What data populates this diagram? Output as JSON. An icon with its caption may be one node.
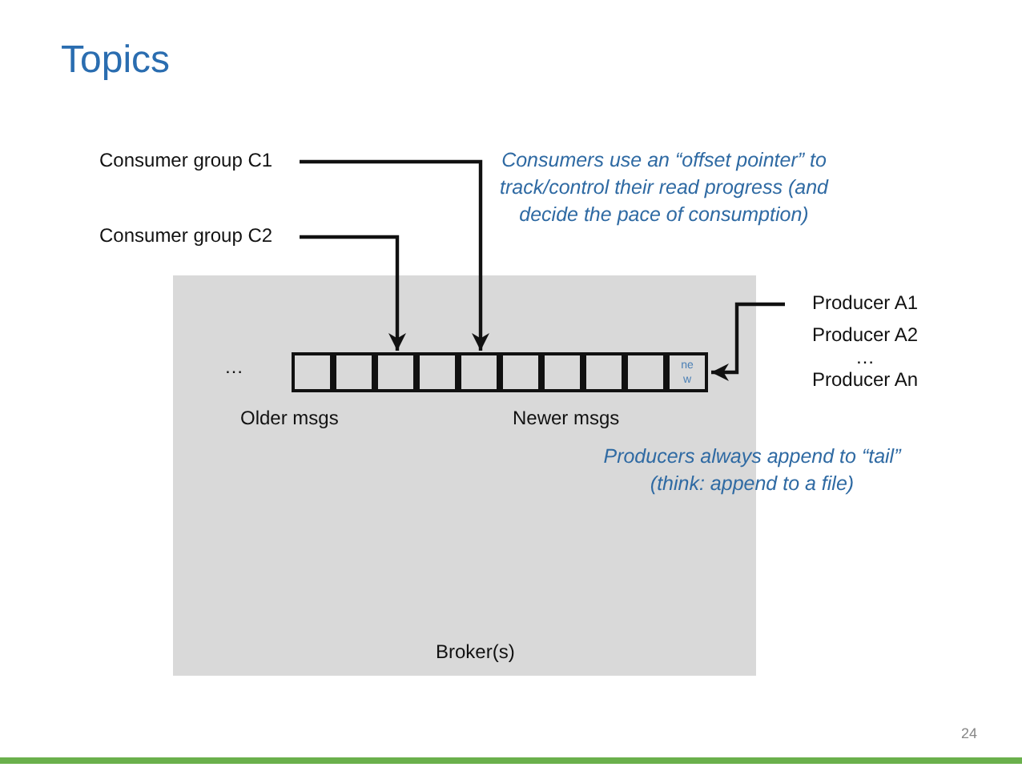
{
  "diagram": {
    "title": "Topics",
    "nodes": [
      {
        "text": [
          "Broker(s)"
        ]
      },
      {
        "text": [],
        "shape": "box",
        "in": 0
      },
      {
        "text": [],
        "shape": "box",
        "in": 0
      },
      {
        "text": [],
        "shape": "box",
        "in": 0
      },
      {
        "text": [],
        "shape": "box",
        "in": 0
      },
      {
        "text": [],
        "shape": "box",
        "in": 0
      },
      {
        "text": [],
        "shape": "box",
        "in": 0
      },
      {
        "text": [],
        "shape": "box",
        "in": 0
      },
      {
        "text": [],
        "shape": "box",
        "in": 0
      },
      {
        "text": [],
        "shape": "box",
        "in": 0
      },
      {
        "text": [
          "new"
        ],
        "in": 0
      },
      {
        "text": [
          "Consumer group C1"
        ]
      },
      {
        "text": [
          "Consumer group C2"
        ]
      },
      {
        "text": [
          "Producer A1",
          "Producer A2",
          "…",
          "Producer An"
        ]
      }
    ],
    "edges": [
      {
        "from": 11,
        "to": 5,
        "arrow": "to"
      },
      {
        "from": 12,
        "to": 3,
        "arrow": "to"
      },
      {
        "from": 13,
        "to": 10,
        "arrow": "to"
      }
    ],
    "labels": [
      "Consumers use an “offset pointer” to track/control their read progress (and decide the pace of consumption)",
      "…",
      "Older msgs",
      "Newer msgs",
      "Producers always append to “tail” (think: append to a file)",
      "24"
    ]
  }
}
